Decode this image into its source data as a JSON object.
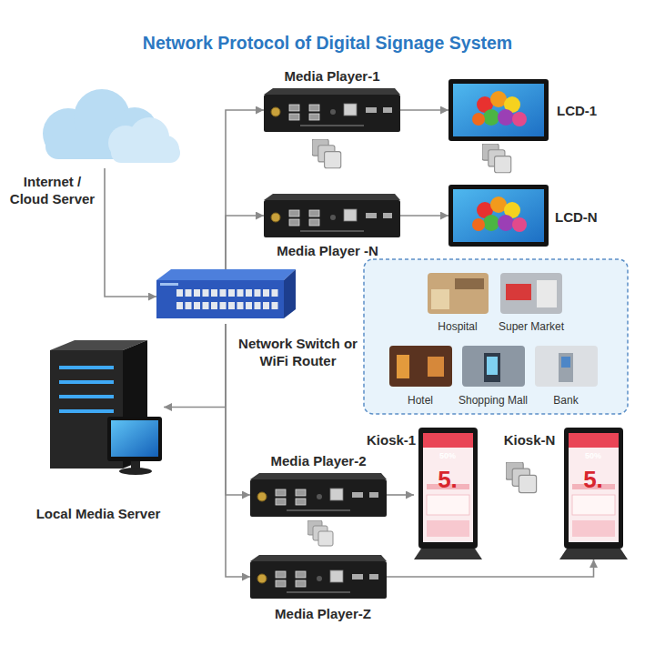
{
  "diagram": {
    "title": "Network Protocol of Digital Signage System",
    "nodes": [
      {
        "text": [
          "Internet / Cloud Server"
        ]
      },
      {
        "text": [
          "Media Player-1"
        ]
      },
      {
        "text": [
          "LCD-1"
        ]
      },
      {
        "text": [
          "Media Player -N"
        ]
      },
      {
        "text": [
          "LCD-N"
        ]
      },
      {
        "text": [
          "Network Switch or WiFi Router"
        ]
      },
      {
        "text": [
          "Local Media Server"
        ]
      },
      {
        "text": [
          "Media Player-2"
        ]
      },
      {
        "text": [
          "Kiosk-1"
        ]
      },
      {
        "text": [
          "Kiosk-N"
        ]
      },
      {
        "text": [
          "Media Player-Z"
        ]
      }
    ],
    "edges": [
      {
        "from": 0,
        "to": 5,
        "arrow": "to"
      },
      {
        "from": 5,
        "to": 1,
        "arrow": "to"
      },
      {
        "from": 5,
        "to": 3,
        "arrow": "to"
      },
      {
        "from": 5,
        "to": 6,
        "arrow": "to"
      },
      {
        "from": 5,
        "to": 7,
        "arrow": "to"
      },
      {
        "from": 5,
        "to": 10,
        "arrow": "to"
      },
      {
        "from": 1,
        "to": 2,
        "arrow": "to"
      },
      {
        "from": 3,
        "to": 4,
        "arrow": "to"
      },
      {
        "from": 7,
        "to": 8,
        "arrow": "to"
      },
      {
        "from": 10,
        "to": 9,
        "arrow": "to"
      }
    ],
    "labels": [
      "Hospital",
      "Super Market",
      "Hotel",
      "Shopping Mall",
      "Bank",
      "50%",
      "5.",
      "50%",
      "5."
    ]
  }
}
